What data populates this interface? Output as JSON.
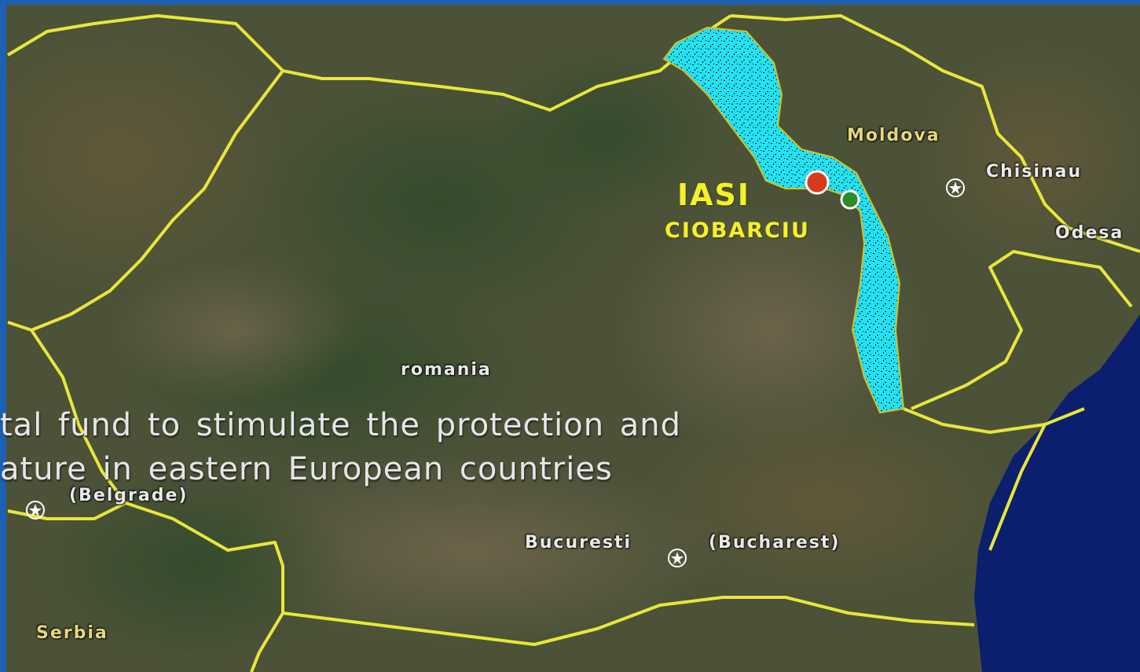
{
  "labels": {
    "iasi": "IASI",
    "ciobarciu": "CIOBARCIU",
    "moldova": "Moldova",
    "chisinau": "Chisinau",
    "odesa": "Odesa",
    "romania": "romania",
    "belgrade": "(Belgrade)",
    "bucuresti": "Bucuresti",
    "bucharest": "(Bucharest)",
    "serbia": "Serbia"
  },
  "caption": {
    "line1": "tal  fund  to stimulate the protection  and",
    "line2": "ature  in eastern  European  countries"
  },
  "colors": {
    "border_line": "#e8e63a",
    "basin": "#24e0f0",
    "iasi_marker": "#d83a1e",
    "ciobarciu_marker": "#2f8a2a",
    "sea": "#0b1f6e",
    "label_highlight": "#f4f02a"
  },
  "icons": {
    "capital": "capital-star-icon"
  }
}
